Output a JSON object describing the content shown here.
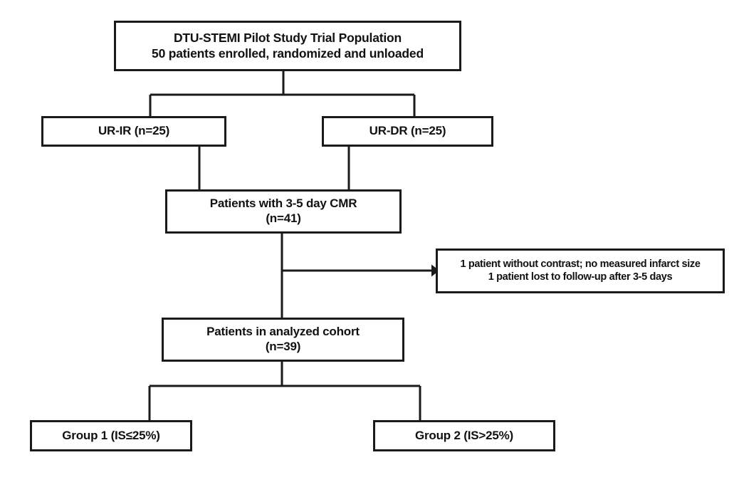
{
  "figure": {
    "type": "flowchart",
    "orientation": "top-down",
    "background_color": "#ffffff",
    "line_color": "#1a1a1a",
    "text_color": "#111111"
  },
  "nodes": {
    "population": {
      "line1": "DTU-STEMI Pilot Study Trial Population",
      "line2": "50 patients enrolled, randomized and unloaded"
    },
    "ur_ir": {
      "line1": "UR-IR (n=25)"
    },
    "ur_dr": {
      "line1": "UR-DR (n=25)"
    },
    "cmr": {
      "line1": "Patients with 3-5 day CMR",
      "line2": "(n=41)"
    },
    "excluded": {
      "line1": "1 patient without contrast; no measured infarct size",
      "line2": "1 patient lost to follow-up after 3-5 days"
    },
    "cohort": {
      "line1": "Patients in analyzed cohort",
      "line2": "(n=39)"
    },
    "group1": {
      "line1": "Group 1 (IS≤25%)"
    },
    "group2": {
      "line1": "Group 2 (IS>25%)"
    }
  },
  "counts": {
    "enrolled": 50,
    "ur_ir": 25,
    "ur_dr": 25,
    "with_cmr": 41,
    "analyzed": 39,
    "excluded_no_contrast": 1,
    "excluded_lost_followup": 1
  },
  "connectors": [
    {
      "name": "population-to-split",
      "from": "population",
      "to": "split-bar-1"
    },
    {
      "name": "split-to-ur-ir",
      "from": "split-bar-1",
      "to": "ur_ir"
    },
    {
      "name": "split-to-ur-dr",
      "from": "split-bar-1",
      "to": "ur_dr"
    },
    {
      "name": "ur-ir-to-cmr",
      "from": "ur_ir",
      "to": "cmr"
    },
    {
      "name": "ur-dr-to-cmr",
      "from": "ur_dr",
      "to": "cmr"
    },
    {
      "name": "cmr-to-cohort",
      "from": "cmr",
      "to": "cohort"
    },
    {
      "name": "cmr-to-excluded",
      "from": "cmr-spine",
      "to": "excluded",
      "arrowhead": true
    },
    {
      "name": "cohort-to-split",
      "from": "cohort",
      "to": "split-bar-2"
    },
    {
      "name": "split-to-group1",
      "from": "split-bar-2",
      "to": "group1"
    },
    {
      "name": "split-to-group2",
      "from": "split-bar-2",
      "to": "group2"
    }
  ]
}
